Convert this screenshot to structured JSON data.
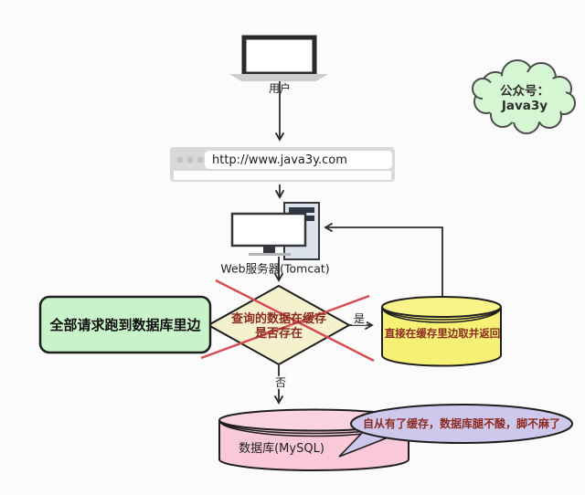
{
  "flow": {
    "user": {
      "label": "用户"
    },
    "browser": {
      "url": "http://www.java3y.com"
    },
    "server": {
      "label": "Web服务器(Tomcat)"
    },
    "decision": {
      "line1": "查询的数据在缓存",
      "line2": "是否存在",
      "yes": "是",
      "no": "否"
    },
    "cache_db": {
      "label": "直接在缓存里边取并返回"
    },
    "mysql_db": {
      "label": "数据库(MySQL)"
    }
  },
  "annotations": {
    "left_note": "全部请求跑到数据库里边",
    "right_bubble": "自从有了缓存，数据库腿不酸，脚不麻了",
    "cloud": {
      "line1": "公众号：",
      "line2": "Java3y"
    }
  },
  "icons": {
    "user_device": "laptop-icon",
    "web_server": "desktop-server-icon",
    "browser": "browser-address-bar",
    "crossed_out": "red-cross-icon"
  },
  "colors": {
    "background": "#fbfbfb",
    "line": "#2a2a2a",
    "red_cross": "#d84a52",
    "diamond_fill": "#f5f1cd",
    "cache_yellow": "#f6f175",
    "mysql_pink": "#f9c9da",
    "note_green": "#c9f3c9",
    "cloud_green": "#d5f6d3",
    "bubble_purple": "#cec8ed",
    "dark_red_text": "#8b2a20"
  }
}
